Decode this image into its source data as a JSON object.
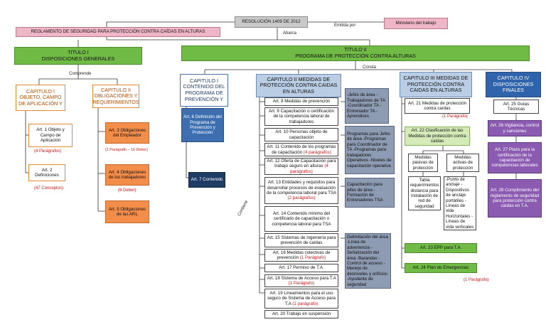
{
  "resolucion": "RESOLUCIÓN 1409 DE 2012",
  "ministerio": "Ministerio del trabajo",
  "emitida_por": "Emitida por",
  "abarca": "Abarca",
  "reglamento": "REGLAMENTO DE SEGURIDAD PARA PROTECCIÓN CONTRA CAÍDAS EN ALTURAS",
  "titulo1": {
    "line1": "TITULO I",
    "line2": "DISPOSICIONES GENERALES"
  },
  "titulo2": {
    "line1": "TITULO II",
    "line2": "PROGRAMA DE PROTECCIÓN CONTRA ALTURAS"
  },
  "comprende": "Comprende",
  "consta": "Consta",
  "contiene": "Contiene",
  "cap1_t1": "CAPITULO I OBJETO, CAMPO DE APLICACIÓN Y",
  "cap2_t1": "CAPITULO II OBLIGACIONES Y REQUERIMIENTOS",
  "art1": "Art. 1 Objeto y Campo de Aplicación",
  "art1_note": "(4 Parágrafos)",
  "art2": "Art. 2 Definiciones",
  "art2_note": "(47 Conceptos)",
  "art3": "Art. 3 Obligaciones del Empleador",
  "art3_note": "(1 Parágrafo – 16 Deber)",
  "art4": "Art. 4 Obligaciones de los trabajadores",
  "art4_note": "(6 Deber)",
  "art5": "Art. 5 Obligaciones de las ARL",
  "capI": "CAPITULO I CONTENIDO DEL PROGRAMA DE PREVENCIÓN Y",
  "art6": "Art. 6 Definición del Programa de Prevención y Protección",
  "art7": "Art. 7 Contenido",
  "capII": "CAPITULO II MEDIDAS DE PROTECCIÓN CONTRA CAIDAS EN ALTURAS",
  "art8": "Art. 8 Medidas de prevención",
  "art9": "Art. 9 Capacitación o certificación de la competencia laboral de trabajadores",
  "art10": "Art. 10 Personas objeto de capacitación",
  "art11_text": "Art. 11 Contenido de los programas de capacitación",
  "art11_note": "(4 parágrafos)",
  "art12_text": "Art. 12 Oferta de Capacitación para trabajo seguro en alturas",
  "art12_note": "(4 parágrafos)",
  "art13_text": "Art. 13 Entidades y requisitos para desarrollar procesos de evaluación de la competencia laboral para TSA",
  "art13_note": "(2 parágrafos)",
  "art14": "Art. 14 Contenido mínimo del certificado de capacitación o competencia laboral para TSA",
  "art15": "Art. 15 Sistemas de ingeniería para prevención de caídas",
  "art16_text": "Art. 16 Medidas colectivas de prevención",
  "art16_note": "(1 Parágrafo)",
  "art17": "Art. 17 Permiso de T.A.",
  "art18_text": "Art. 18 Sistema de Acceso para T.A",
  "art18_note": "(1 Parágrafo)",
  "art19_text": "Art. 19 Lineamientos para el uso seguro de Sistema de Acceso para T.A",
  "art19_note": "(1 parágrafo)",
  "art20": "Art. 20 Trabajo en suspensión",
  "jefes": "-Jefes de área -Trabajadores de TA -Coordinador TA -Entrenador TA -Aprendices",
  "programas": "Programas para Jefes de área -Programas para Coordinador de TA -Programas para trabajadores Operativos -Niveles de capacitación operativa",
  "capacitacion": "Capacitación para jefes de área -Formación de Entrenadores TSA",
  "delimitacion": "Delimitación del área -Línea de advertencia -Señalización del área -Barandas -Control de acceso -Manejo de desniveles y orificios -Ayudante de seguridad",
  "capIII": "CAPITULO III MEDIDAS DE PROTECCIÓN CONTRA CAIDAS EN ALTURAS",
  "art21_text": "Art. 21 Medidas de protección contra caídas",
  "art21_note": "(1 Parágrafo)",
  "art22": "Art. 22 Clasificación de las Medidas de protección contra caídas",
  "pasivas": "Medidas pasivas de protección",
  "activas": "Medidas activas de protección",
  "tabla": "Tabla requerimientos distancia para instalación de red de seguridad",
  "anclaje": "-Punto de anclaje -Dispositivos de anclaje portátiles -Líneas de vida Horizontales -Líneas de vida verticales",
  "art23": "Art. 23 EPP para T.A.",
  "art24": "Art. 24 Plan de Emergencias",
  "art24_note": "(1 Parágrafo)",
  "capIV": "CAPITULO IV DISPOSICIONES FINALES",
  "art25": "Art. 25 Guías Técnicas",
  "art26": "Art. 26 Vigilancia, control y sanciones",
  "art27": "Art. 27 Plazo para la certificación de la capacitación de competencias laborales",
  "art28": "Art. 28 Cumplimiento del reglamento de seguridad para protección contra caídas en T.A."
}
